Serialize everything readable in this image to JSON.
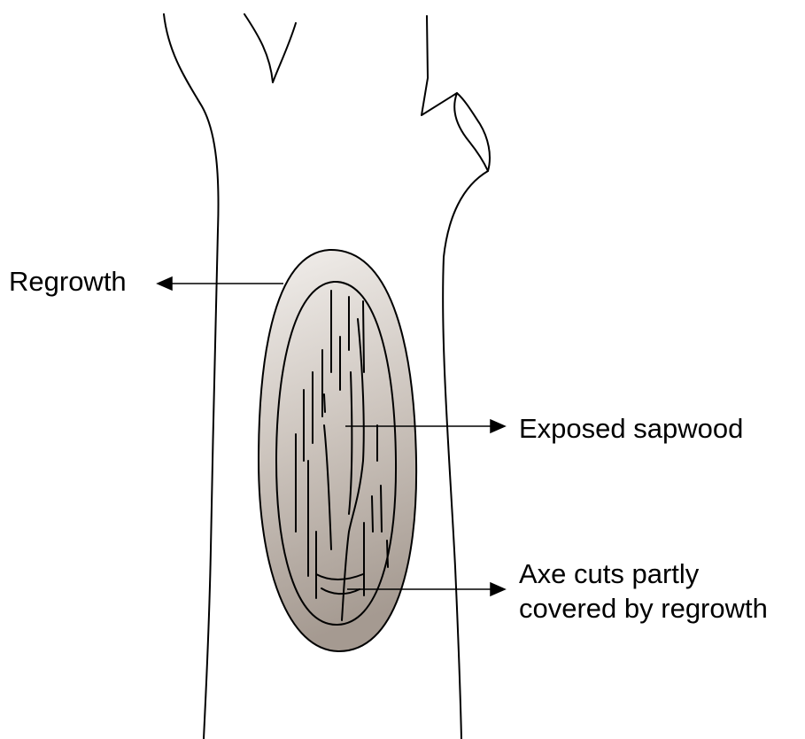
{
  "labels": {
    "regrowth": "Regrowth",
    "exposed_sapwood": "Exposed sapwood",
    "axe_cuts_line1": "Axe cuts partly",
    "axe_cuts_line2": "covered by regrowth"
  },
  "colors": {
    "outline": "#000000",
    "scar_light": "#f2efec",
    "scar_mid": "#cdc5be",
    "scar_dark": "#a59a91",
    "background": "#ffffff"
  }
}
